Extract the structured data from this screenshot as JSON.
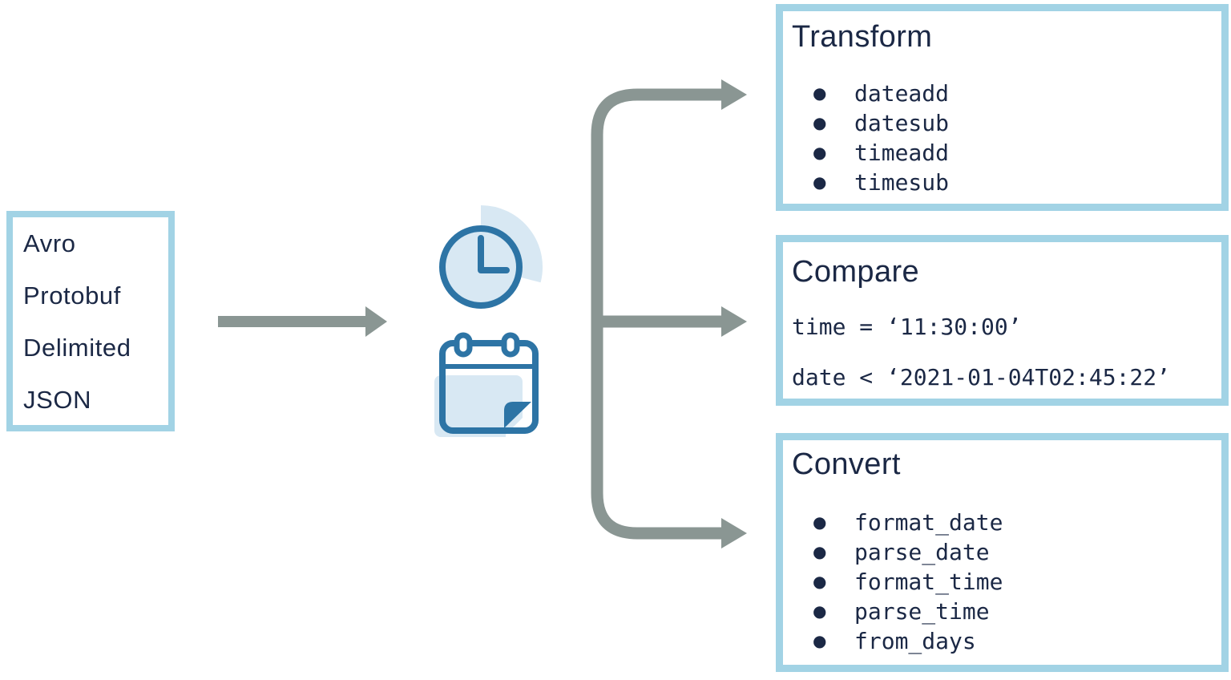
{
  "colors": {
    "box_border": "#a2d3e5",
    "text": "#1b2845",
    "icon_stroke": "#2d74a5",
    "icon_fill_light": "#d8e8f3",
    "arrow": "#8a9693",
    "background": "#ffffff"
  },
  "source_box": {
    "items": [
      "Avro",
      "Protobuf",
      "Delimited",
      "JSON"
    ]
  },
  "center_icons": [
    {
      "name": "clock-icon"
    },
    {
      "name": "calendar-icon"
    }
  ],
  "output_boxes": [
    {
      "title": "Transform",
      "items": [
        "dateadd",
        "datesub",
        "timeadd",
        "timesub"
      ]
    },
    {
      "title": "Compare",
      "expressions": [
        "time = ‘11:30:00’",
        "date < ‘2021-01-04T02:45:22’"
      ]
    },
    {
      "title": "Convert",
      "items": [
        "format_date",
        "parse_date",
        "format_time",
        "parse_time",
        "from_days"
      ]
    }
  ]
}
